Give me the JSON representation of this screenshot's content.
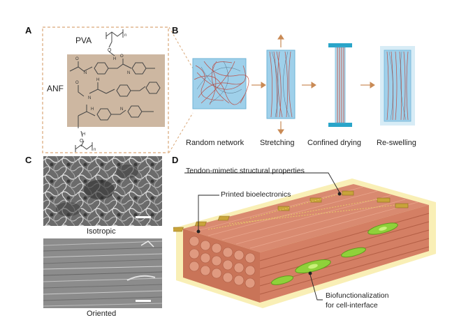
{
  "panels": {
    "a": {
      "letter": "A",
      "pva_label": "PVA",
      "anf_label": "ANF",
      "atoms": {
        "o": "O",
        "h": "H",
        "n": "N",
        "sub_n": "n"
      }
    },
    "b": {
      "letter": "B",
      "steps": [
        "Random network",
        "Stretching",
        "Confined drying",
        "Re-swelling"
      ]
    },
    "c": {
      "letter": "C",
      "top_caption": "Isotropic",
      "bottom_caption": "Oriented"
    },
    "d": {
      "letter": "D",
      "callout_top": "Tendon-mimetic structural properties",
      "callout_mid": "Printed bioelectronics",
      "callout_bottom_line1": "Biofunctionalization",
      "callout_bottom_line2": "for cell-interface"
    }
  },
  "colors": {
    "anf_box": "#cdb7a1",
    "dashed_frame": "#d9a777",
    "hydrogel_blue": "#9fd0ea",
    "fiber_red": "#c0392b",
    "clamp": "#2aa5c9",
    "arrow": "#c98a55",
    "tendon": "#d8866a",
    "gold": "#c8a33a",
    "cell_green": "#8fd13a"
  }
}
